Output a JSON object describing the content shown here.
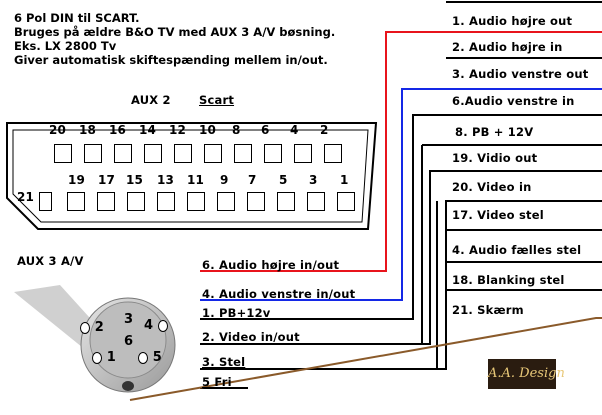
{
  "header": {
    "line1": "6 Pol DIN til SCART.",
    "line2": "Bruges på ældre B&O TV med AUX 3 A/V bøsning.",
    "line3": "Eks. LX 2800 Tv",
    "line4": "Giver automatisk skiftespænding mellem in/out."
  },
  "scart": {
    "aux_label": "AUX 2",
    "scart_label": "Scart",
    "even_pins": [
      "20",
      "18",
      "16",
      "14",
      "12",
      "10",
      "8",
      "6",
      "4",
      "2"
    ],
    "odd_pins": [
      "19",
      "17",
      "15",
      "13",
      "11",
      "9",
      "7",
      "5",
      "3",
      "1"
    ],
    "pin21": "21"
  },
  "din": {
    "label": "AUX 3 A/V",
    "pins": [
      "2",
      "3",
      "4",
      "6",
      "1",
      "5"
    ]
  },
  "scart_labels": [
    "1.  Audio højre out",
    "2.  Audio højre in",
    "3.  Audio venstre out",
    "6.Audio venstre in",
    "8.  PB + 12V",
    "19. Vidio out",
    "20. Video in",
    "17. Video stel",
    "4.  Audio fælles stel",
    "18.  Blanking stel",
    "21.  Skærm"
  ],
  "din_labels": [
    "6.  Audio højre in/out",
    "4.  Audio venstre in/out",
    "1.  PB+12v",
    "2.  Video in/out",
    "3.  Stel",
    "5  Fri"
  ],
  "colors": {
    "red": "#e8141c",
    "blue": "#1428e6",
    "black": "#000000",
    "logo_bg": "#2a1c10",
    "logo_text": "#e8c878"
  },
  "logo": {
    "text": "A.A. Design"
  }
}
